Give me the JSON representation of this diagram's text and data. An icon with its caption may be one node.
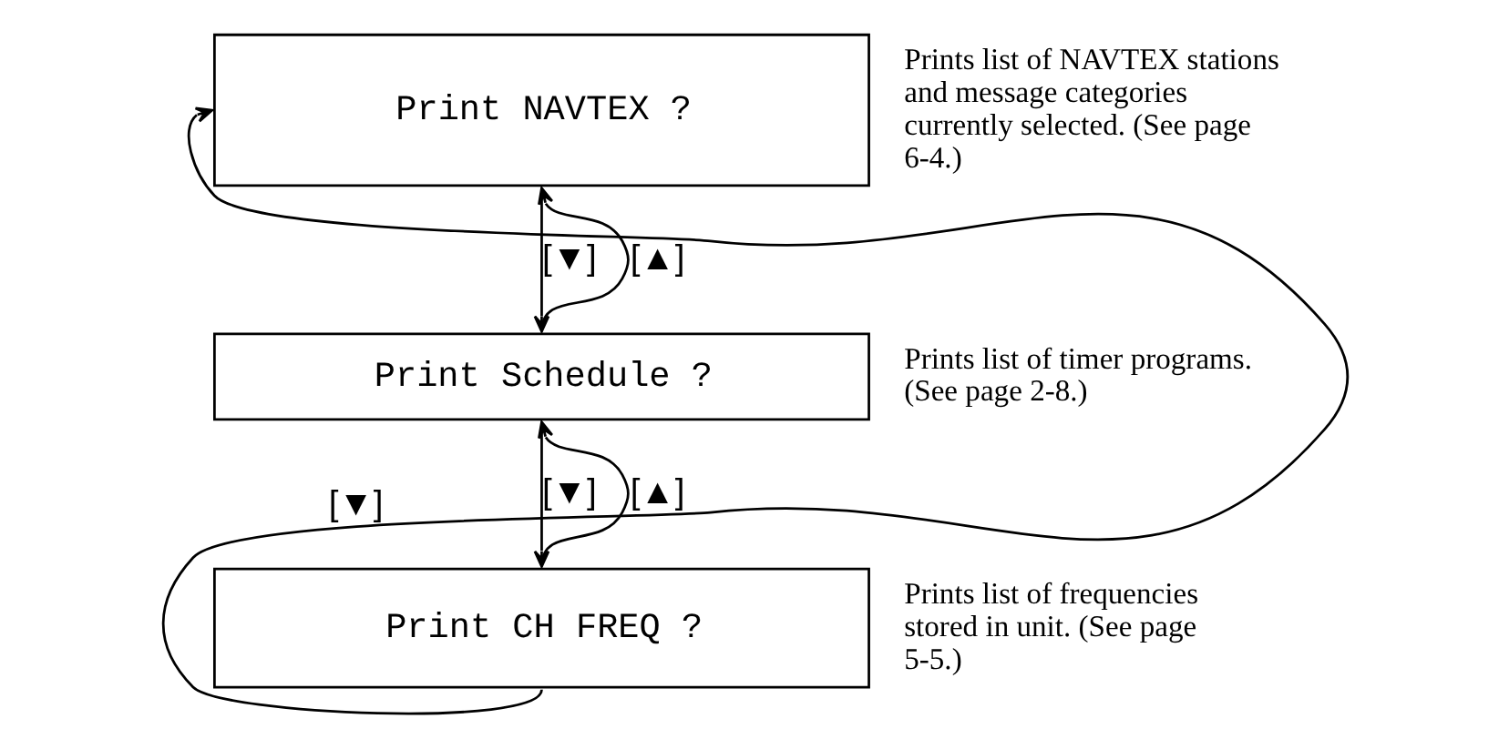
{
  "diagram": {
    "nodes": [
      {
        "text": [
          "Print NAVTEX ?"
        ],
        "beside": [
          "Prints list of NAVTEX stations and message categories currently selected. (See page 6-4.)"
        ]
      },
      {
        "text": [
          "Print Schedule ?"
        ],
        "beside": [
          "Prints list of timer programs. (See page 2-8.)"
        ]
      },
      {
        "text": [
          "Print CH FREQ ?"
        ],
        "beside": [
          "Prints list of frequencies stored in unit. (See page 5-5.)"
        ]
      }
    ],
    "edges": [
      {
        "from": 0,
        "to": 1,
        "arrow": "to",
        "label": "[▼]"
      },
      {
        "from": 1,
        "to": 0,
        "arrow": "to",
        "label": "[▲]"
      },
      {
        "from": 1,
        "to": 2,
        "arrow": "to",
        "label": "[▼]"
      },
      {
        "from": 2,
        "to": 1,
        "arrow": "to",
        "label": "[▲]"
      },
      {
        "from": 2,
        "to": 0,
        "arrow": "to",
        "label": "[▼]"
      }
    ]
  }
}
